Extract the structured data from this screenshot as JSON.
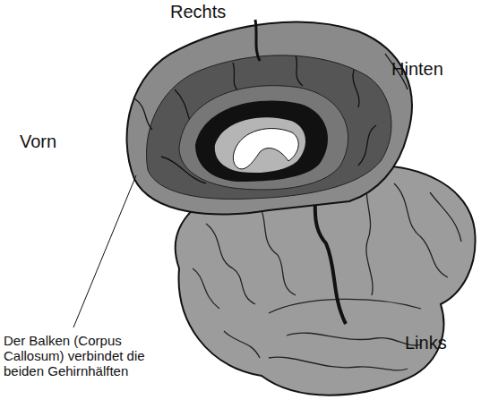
{
  "diagram": {
    "labels": [
      "Rechts",
      "Hinten",
      "Vorn",
      "Links",
      "Der Balken (Corpus Callosum) verbindet die beiden Gehirnhälften"
    ]
  }
}
